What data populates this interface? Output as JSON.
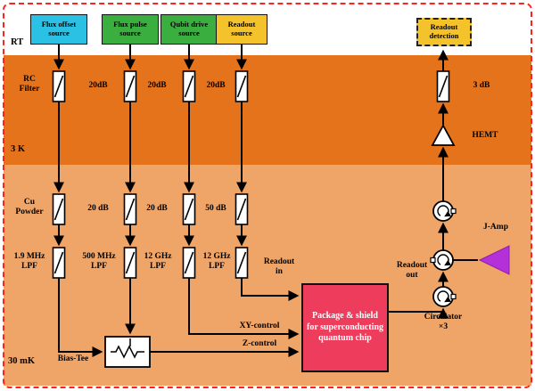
{
  "zones": {
    "rt": "RT",
    "k3": "3 K",
    "mk30": "30 mK"
  },
  "sources": [
    {
      "label": "Flux offset source"
    },
    {
      "label": "Flux pulse source"
    },
    {
      "label": "Qubit drive source"
    },
    {
      "label": "Readout source"
    }
  ],
  "detection": {
    "label": "Readout detection"
  },
  "stage3k": {
    "rc_filter": "RC\nFilter",
    "attens": [
      "20dB",
      "20dB",
      "20dB"
    ],
    "readout_atten": "3 dB",
    "hemt": "HEMT"
  },
  "stage30mk": {
    "cu_powder": "Cu\nPowder",
    "attens": [
      "20 dB",
      "20 dB",
      "50 dB"
    ],
    "lpfs": [
      "1.9 MHz\nLPF",
      "500 MHz\nLPF",
      "12 GHz\nLPF",
      "12 GHz\nLPF"
    ],
    "readout_in": "Readout\nin",
    "readout_out": "Readout\nout",
    "xy_control": "XY-control",
    "z_control": "Z-control",
    "bias_tee": "Bias-Tee",
    "package": "Package & shield for superconducting quantum chip",
    "circulator": "Circulator\n×3",
    "j_amp": "J-Amp"
  },
  "colors": {
    "flux_offset_source": "#2bc1e4",
    "flux_pulse_source": "#3aaf3f",
    "qubit_drive_source": "#3aaf3f",
    "readout_source": "#f4c32c",
    "readout_detection": "#f4c32c",
    "stage_3k_bg": "#e4731c",
    "stage_30mk_bg": "#efa468",
    "package_bg": "#ee3d5c",
    "j_amp_fill": "#b430d8",
    "frame_border": "#ff2020"
  }
}
